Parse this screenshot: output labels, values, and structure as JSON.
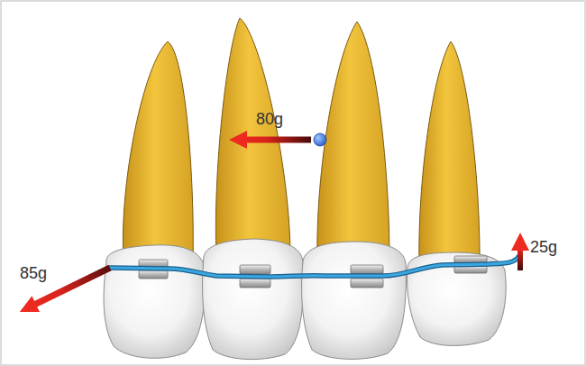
{
  "diagram": {
    "labels": [
      "85g",
      "80g",
      "25g"
    ]
  }
}
